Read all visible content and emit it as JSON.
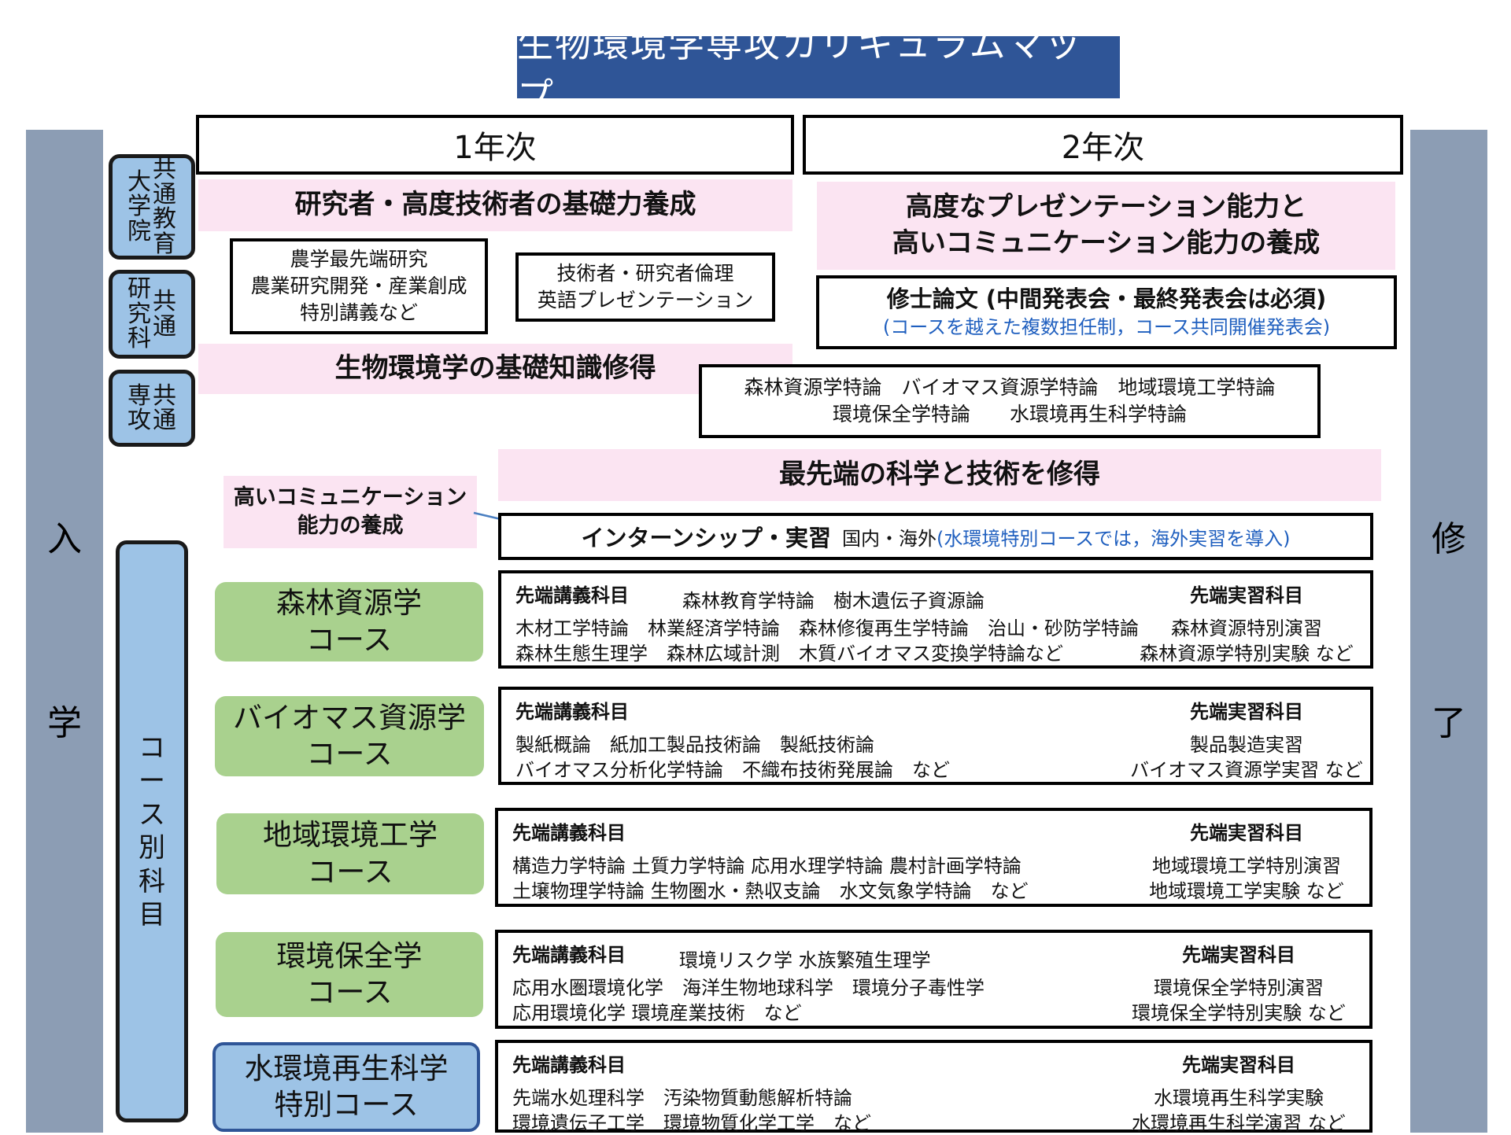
{
  "title": "生物環境学専攻カリキュラムマップ",
  "sidebar": {
    "left": [
      "入",
      "学"
    ],
    "right": [
      "修",
      "了"
    ]
  },
  "years": [
    "1年次",
    "2年次"
  ],
  "side_labels": [
    {
      "cols": [
        "共通教育",
        "大学院"
      ]
    },
    {
      "cols": [
        "共通",
        "研究科"
      ]
    },
    {
      "cols": [
        "共通",
        "専攻"
      ]
    }
  ],
  "course_label": "コース別科目",
  "year1": {
    "foundation_heading": "研究者・高度技術者の基礎力養成",
    "box1": [
      "農学最先端研究",
      "農業研究開発・産業創成",
      "特別講義など"
    ],
    "box2": [
      "技術者・研究者倫理",
      "英語プレゼンテーション"
    ],
    "knowledge_heading": "生物環境学の基礎知識修得"
  },
  "year2": {
    "presentation_heading": [
      "高度なプレゼンテーション能力と",
      "高いコミュニケーション能力の養成"
    ],
    "thesis_title": "修士論文 (中間発表会・最終発表会は必須)",
    "thesis_note": "(コースを越えた複数担任制，コース共同開催発表会)",
    "special_topics": [
      "森林資源学特論　バイオマス資源学特論　地域環境工学特論",
      "環境保全学特論　　水環境再生科学特論"
    ]
  },
  "advanced_heading": "最先端の科学と技術を修得",
  "communication_label": [
    "高いコミュニケーション",
    "能力の養成"
  ],
  "internship": {
    "title": "インターンシップ・実習",
    "scope": "国内・海外",
    "note": "(水環境特別コースでは，海外実習を導入)"
  },
  "lecture_heading": "先端講義科目",
  "practice_heading": "先端実習科目",
  "courses": [
    {
      "name": [
        "森林資源学",
        "コース"
      ],
      "lecture_inline": "森林教育学特論　樹木遺伝子資源論",
      "lectures": [
        "木材工学特論　林業経済学特論　森林修復再生学特論　治山・砂防学特論",
        "森林生態生理学　森林広域計測　木質バイオマス変換学特論など"
      ],
      "practices": [
        "森林資源特別演習",
        "森林資源学特別実験 など"
      ]
    },
    {
      "name": [
        "バイオマス資源学",
        "コース"
      ],
      "lecture_inline": "",
      "lectures": [
        "製紙概論　紙加工製品技術論　製紙技術論",
        "バイオマス分析化学特論　不織布技術発展論　など"
      ],
      "practices": [
        "製品製造実習",
        "バイオマス資源学実習 など"
      ]
    },
    {
      "name": [
        "地域環境工学",
        "コース"
      ],
      "lecture_inline": "",
      "lectures": [
        "構造力学特論 土質力学特論 応用水理学特論 農村計画学特論",
        "土壌物理学特論 生物圏水・熱収支論　水文気象学特論　など"
      ],
      "practices": [
        "地域環境工学特別演習",
        "地域環境工学実験 など"
      ]
    },
    {
      "name": [
        "環境保全学",
        "コース"
      ],
      "lecture_inline": "環境リスク学 水族繁殖生理学",
      "lectures": [
        "応用水圏環境化学　海洋生物地球科学　環境分子毒性学",
        "応用環境化学 環境産業技術　など"
      ],
      "practices": [
        "環境保全学特別演習",
        "環境保全学特別実験 など"
      ]
    },
    {
      "name": [
        "水環境再生科学",
        "特別コース"
      ],
      "lecture_inline": "",
      "lectures": [
        "先端水処理科学　汚染物質動態解析特論",
        "環境遺伝子工学　環境物質化学工学　など"
      ],
      "practices": [
        "水環境再生科学実験",
        "水環境再生科学演習 など"
      ]
    }
  ]
}
